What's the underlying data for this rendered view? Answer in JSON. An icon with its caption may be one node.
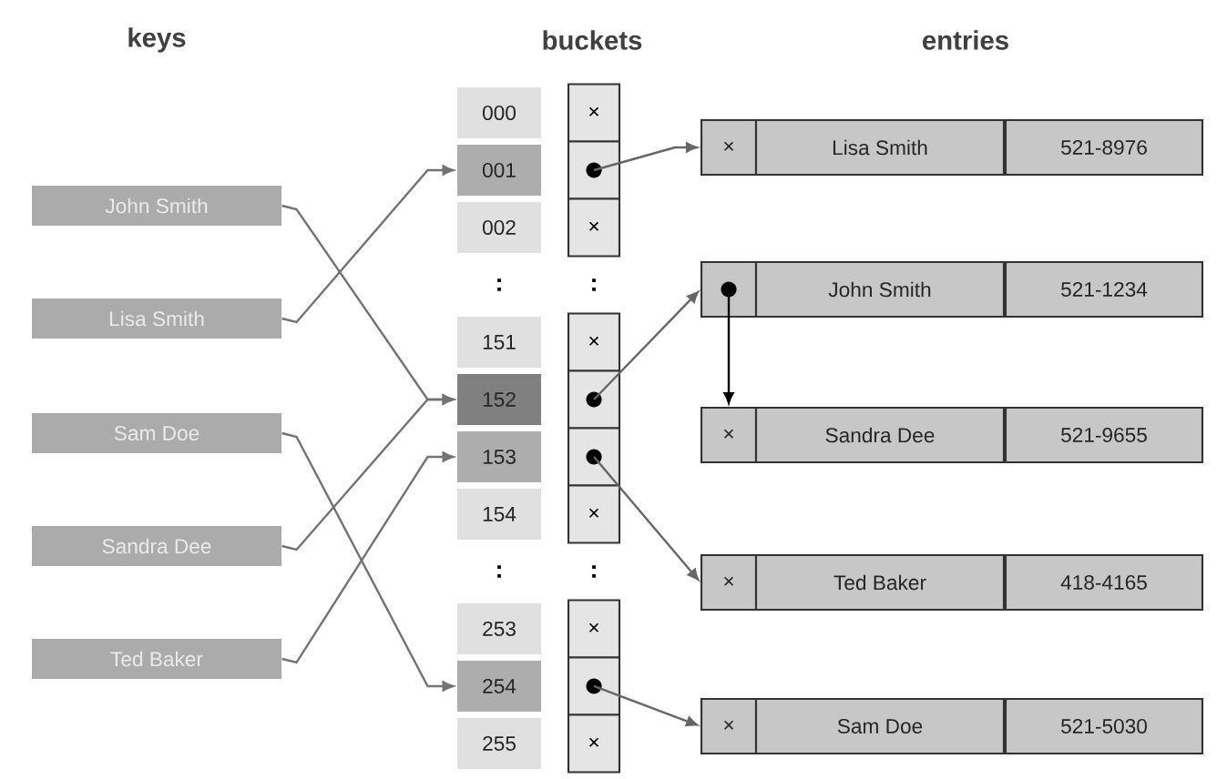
{
  "diagram": {
    "nodes": [
      {
        "text": [
          "John Smith"
        ]
      },
      {
        "text": [
          "Lisa Smith"
        ]
      },
      {
        "text": [
          "Sam Doe"
        ]
      },
      {
        "text": [
          "Sandra Dee"
        ]
      },
      {
        "text": [
          "Ted Baker"
        ]
      },
      {
        "text": [
          "000"
        ]
      },
      {
        "text": [
          "001"
        ]
      },
      {
        "text": [
          "002"
        ]
      },
      {
        "text": [
          "151"
        ]
      },
      {
        "text": [
          "152"
        ]
      },
      {
        "text": [
          "153"
        ]
      },
      {
        "text": [
          "154"
        ]
      },
      {
        "text": [
          "253"
        ]
      },
      {
        "text": [
          "254"
        ]
      },
      {
        "text": [
          "255"
        ]
      },
      {
        "text": [
          "×"
        ]
      },
      {
        "text": [],
        "shape": "box"
      },
      {
        "text": [
          "×"
        ]
      },
      {
        "text": [
          "×"
        ]
      },
      {
        "text": [],
        "shape": "box"
      },
      {
        "text": [],
        "shape": "box"
      },
      {
        "text": [
          "×"
        ]
      },
      {
        "text": [
          "×"
        ]
      },
      {
        "text": [],
        "shape": "box"
      },
      {
        "text": [
          "×"
        ]
      },
      {
        "text": [
          "×"
        ]
      },
      {
        "text": [
          "Lisa Smith"
        ]
      },
      {
        "text": [
          "521-8976"
        ]
      },
      {
        "text": [],
        "shape": "box"
      },
      {
        "text": [
          "John Smith"
        ]
      },
      {
        "text": [
          "521-1234"
        ]
      },
      {
        "text": [
          "×"
        ]
      },
      {
        "text": [
          "Sandra Dee"
        ]
      },
      {
        "text": [
          "521-9655"
        ]
      },
      {
        "text": [
          "×"
        ]
      },
      {
        "text": [
          "Ted Baker"
        ]
      },
      {
        "text": [
          "418-4165"
        ]
      },
      {
        "text": [
          "×"
        ]
      },
      {
        "text": [
          "Sam Doe"
        ]
      },
      {
        "text": [
          "521-5030"
        ]
      }
    ],
    "edges": [
      {
        "from": 0,
        "to": 9,
        "arrow": "to"
      },
      {
        "from": 1,
        "to": 6,
        "arrow": "to"
      },
      {
        "from": 2,
        "to": 13,
        "arrow": "to"
      },
      {
        "from": 3,
        "to": 9,
        "arrow": "to"
      },
      {
        "from": 4,
        "to": 10,
        "arrow": "to"
      },
      {
        "from": 16,
        "to": 25,
        "arrow": "to"
      },
      {
        "from": 19,
        "to": 28,
        "arrow": "to"
      },
      {
        "from": 20,
        "to": 34,
        "arrow": "to"
      },
      {
        "from": 23,
        "to": 37,
        "arrow": "to"
      },
      {
        "from": 28,
        "to": 31,
        "arrow": "to",
        "color": "#000000"
      }
    ],
    "labels": [
      "keys",
      "buckets",
      "entries",
      ":",
      ":",
      ":",
      ":"
    ]
  }
}
